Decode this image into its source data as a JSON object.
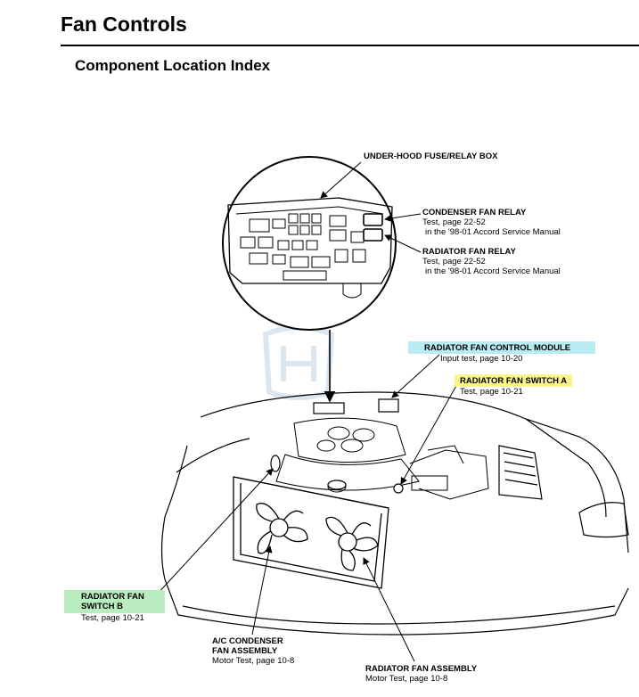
{
  "header": {
    "page_title": "Fan Controls",
    "section_title": "Component Location Index"
  },
  "callouts": {
    "fuse_box": {
      "title": "UNDER-HOOD FUSE/RELAY BOX"
    },
    "condenser_relay": {
      "title": "CONDENSER FAN RELAY",
      "line1": "Test, page 22-52",
      "line2": "in the '98-01 Accord Service Manual"
    },
    "radiator_relay": {
      "title": "RADIATOR FAN RELAY",
      "line1": "Test, page 22-52",
      "line2": "in the '98-01 Accord Service Manual"
    },
    "control_module": {
      "title": "RADIATOR FAN CONTROL MODULE",
      "line1": "Input test, page 10-20",
      "highlight": "#b8ecf2"
    },
    "switch_a": {
      "title": "RADIATOR FAN SWITCH A",
      "line1": "Test, page 10-21",
      "highlight": "#fbf58a"
    },
    "switch_b": {
      "title1": "RADIATOR FAN",
      "title2": "SWITCH B",
      "line1": "Test, page 10-21",
      "highlight": "#b9ecbf"
    },
    "ac_condenser_fan": {
      "title1": "A/C CONDENSER",
      "title2": "FAN ASSEMBLY",
      "line1": "Motor Test, page 10-8"
    },
    "radiator_fan": {
      "title": "RADIATOR FAN ASSEMBLY",
      "line1": "Motor Test, page 10-8"
    }
  }
}
